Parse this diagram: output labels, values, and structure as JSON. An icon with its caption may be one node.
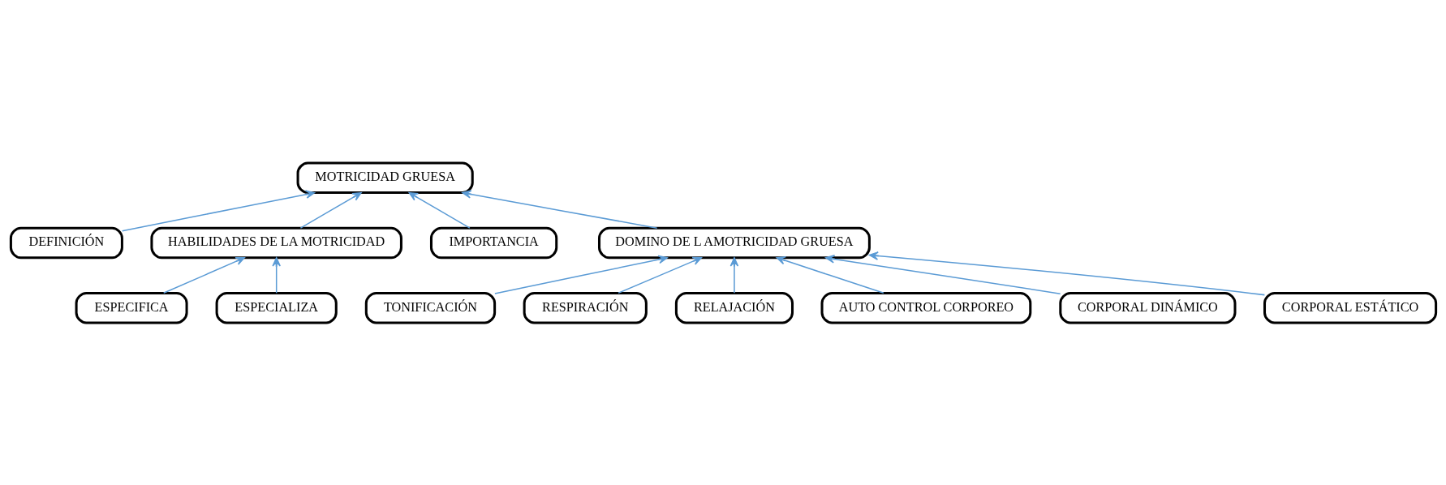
{
  "diagram": {
    "nodes": [
      {
        "text": [
          "DEFINICIÓN"
        ]
      },
      {
        "text": [
          "ESPECIFICA"
        ]
      },
      {
        "text": [
          "HABILIDADES DE LA MOTRICIDAD"
        ]
      },
      {
        "text": [
          "MOTRICIDAD GRUESA"
        ]
      },
      {
        "text": [
          "IMPORTANCIA"
        ]
      },
      {
        "text": [
          "ESPECIALIZA"
        ]
      },
      {
        "text": [
          "TONIFICACIÓN"
        ]
      },
      {
        "text": [
          "RESPIRACIÓN"
        ]
      },
      {
        "text": [
          "DOMINO DE L AMOTRICIDAD GRUESA"
        ]
      },
      {
        "text": [
          "RELAJACIÓN"
        ]
      },
      {
        "text": [
          "AUTO CONTROL CORPOREO"
        ]
      },
      {
        "text": [
          "CORPORAL DINÁMICO"
        ]
      },
      {
        "text": [
          "CORPORAL ESTÁTICO"
        ]
      }
    ],
    "edges": [
      {
        "from": 0,
        "to": 3,
        "arrow": "to"
      },
      {
        "from": 1,
        "to": 2,
        "arrow": "to"
      },
      {
        "from": 5,
        "to": 2,
        "arrow": "to"
      },
      {
        "from": 2,
        "to": 3,
        "arrow": "to"
      },
      {
        "from": 4,
        "to": 3,
        "arrow": "to"
      },
      {
        "from": 8,
        "to": 3,
        "arrow": "to"
      },
      {
        "from": 6,
        "to": 8,
        "arrow": "to"
      },
      {
        "from": 7,
        "to": 8,
        "arrow": "to"
      },
      {
        "from": 9,
        "to": 8,
        "arrow": "to"
      },
      {
        "from": 10,
        "to": 8,
        "arrow": "to"
      },
      {
        "from": 11,
        "to": 8,
        "arrow": "to"
      },
      {
        "from": 12,
        "to": 8,
        "arrow": "to"
      }
    ]
  }
}
